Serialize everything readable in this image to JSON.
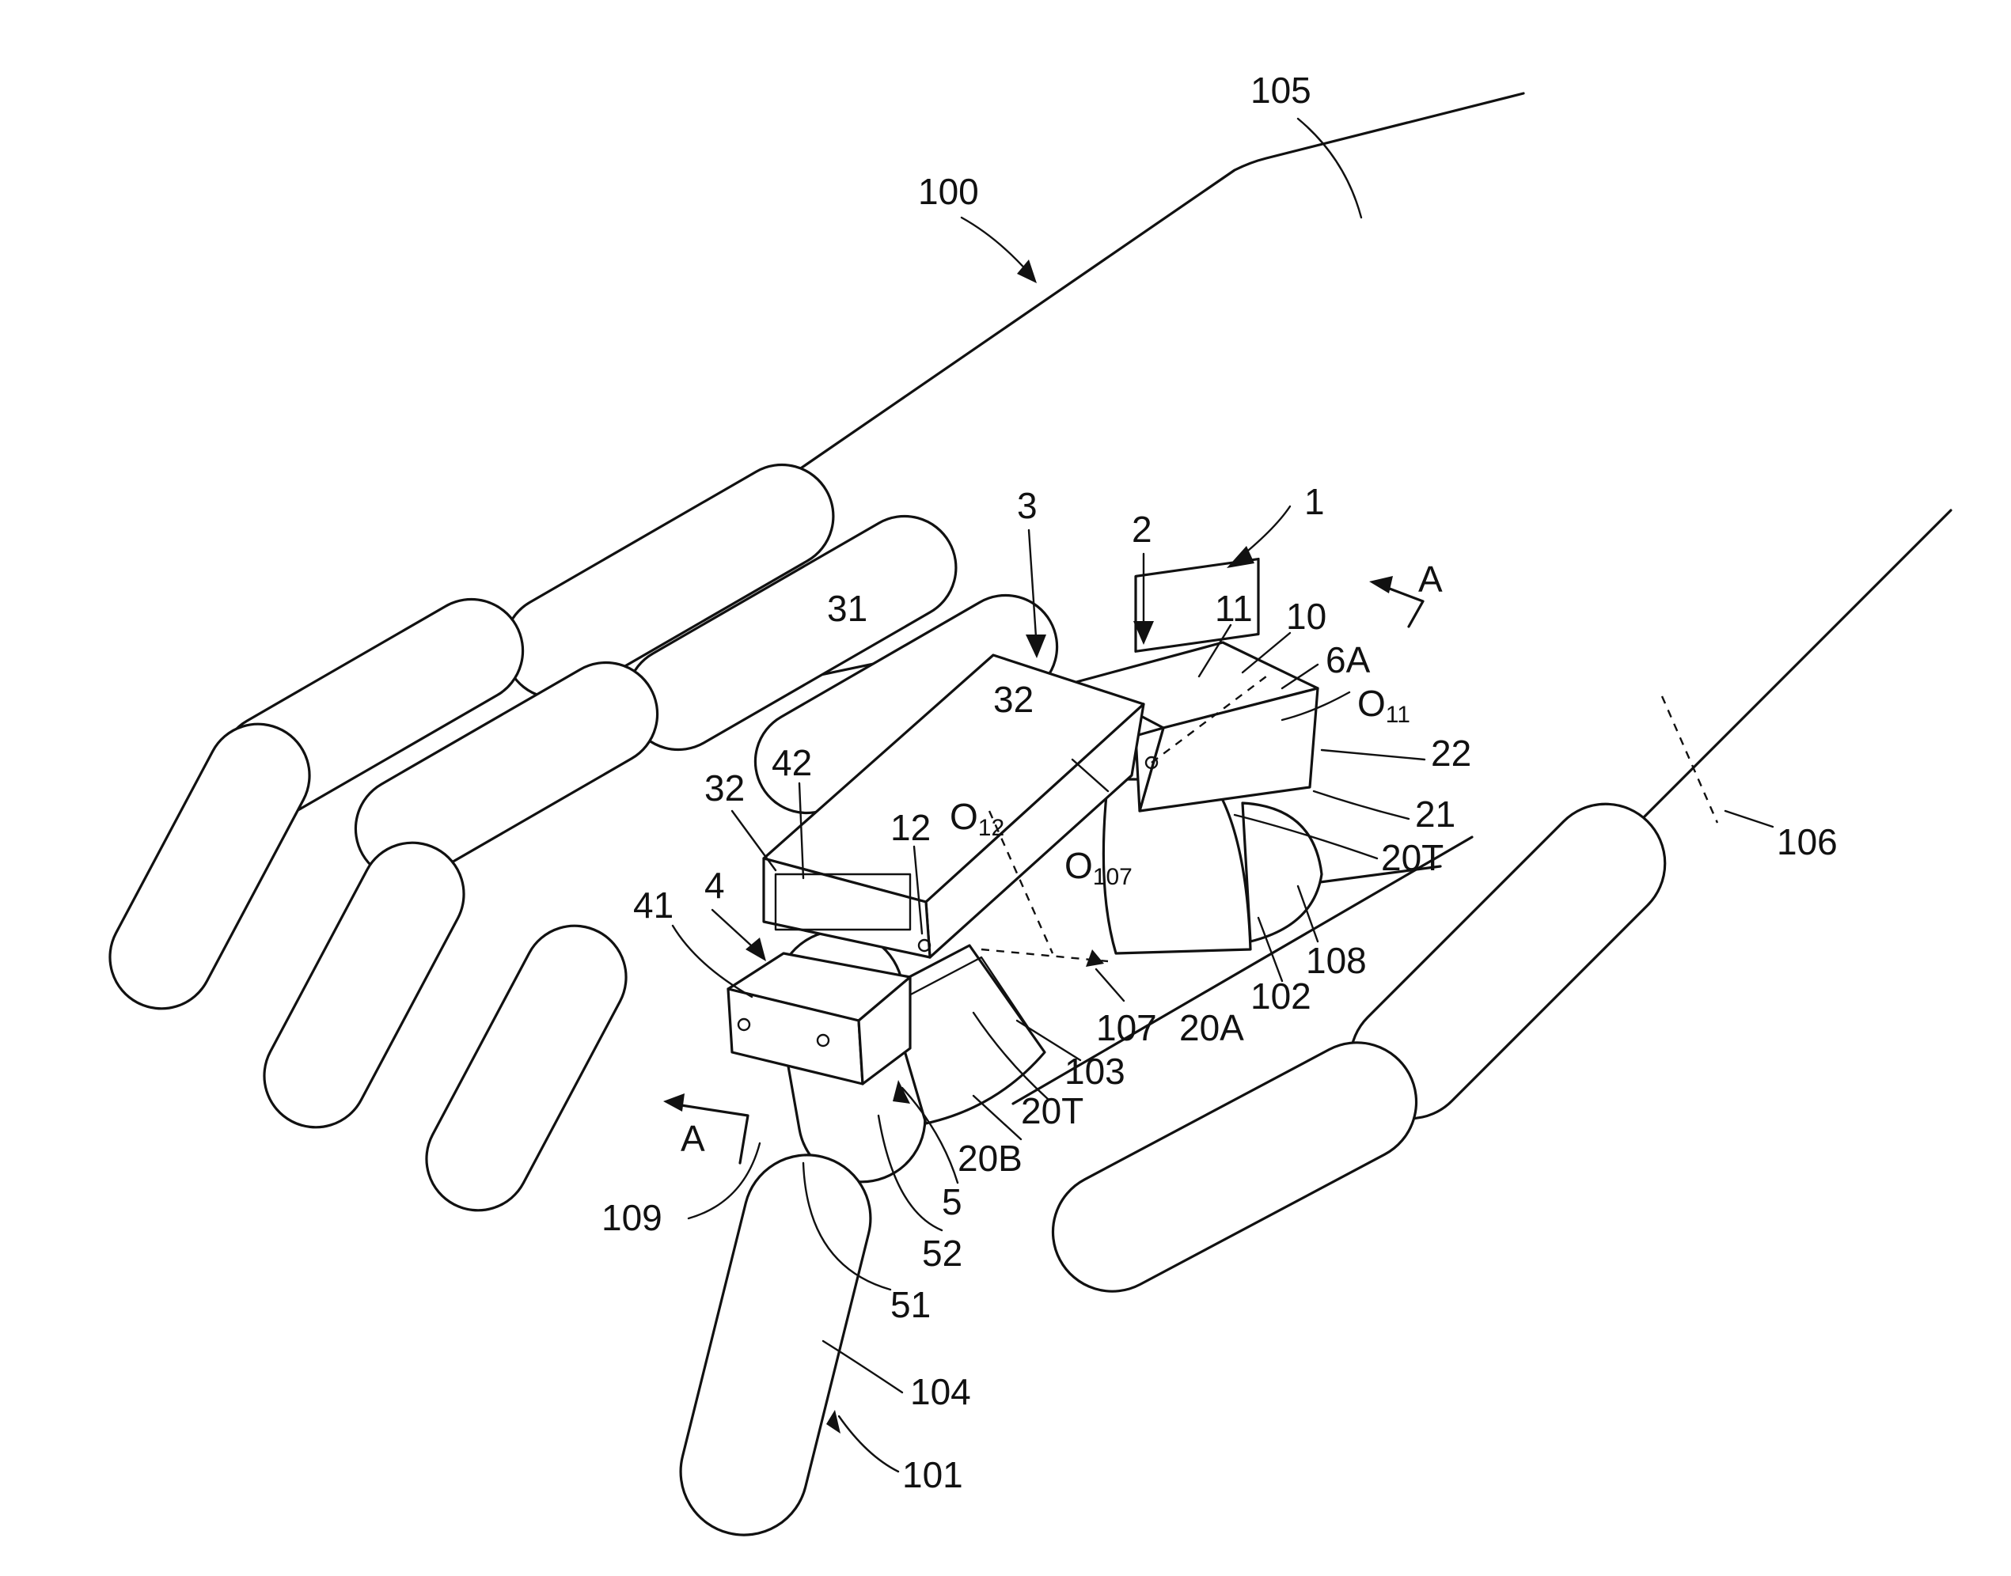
{
  "figure": {
    "labels": {
      "r1": "1",
      "r2": "2",
      "r3": "3",
      "r4": "4",
      "r5": "5",
      "r6A": "6A",
      "r10": "10",
      "r11": "11",
      "r12": "12",
      "r20A": "20A",
      "r20B": "20B",
      "r20T_top": "20T",
      "r20T_bottom": "20T",
      "r21": "21",
      "r22": "22",
      "r31": "31",
      "r32_left": "32",
      "r32_top": "32",
      "r41": "41",
      "r42": "42",
      "r51": "51",
      "r52": "52",
      "r100": "100",
      "r101": "101",
      "r102": "102",
      "r103": "103",
      "r104": "104",
      "r105": "105",
      "r106": "106",
      "r107": "107",
      "r108": "108",
      "r109": "109",
      "sectionA_top": "A",
      "sectionA_bottom": "A",
      "o11_main": "O",
      "o11_sub": "11",
      "o12_main": "O",
      "o12_sub": "12",
      "o107_main": "O",
      "o107_sub": "107"
    }
  }
}
